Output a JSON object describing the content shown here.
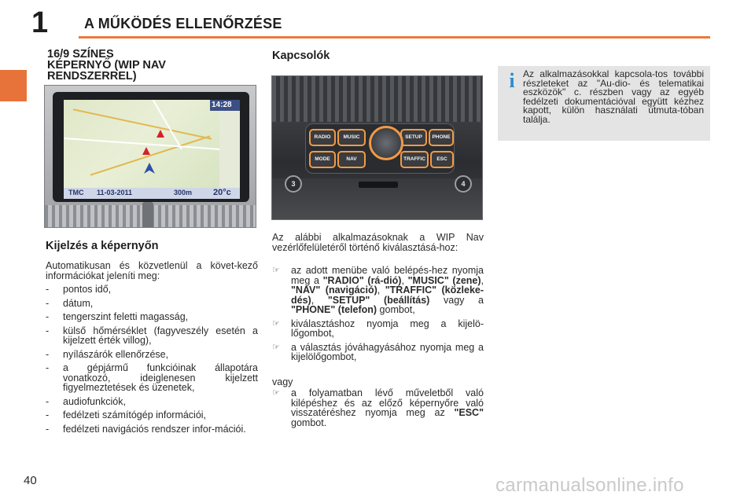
{
  "header": {
    "chapter_number": "1",
    "chapter_title": "A MŰKÖDÉS ELLENŐRZÉSE"
  },
  "section": {
    "title_lines": [
      "16/9 SZÍNES",
      "KÉPERNYŐ (WIP NAV",
      "RENDSZERREL)"
    ]
  },
  "screen_image": {
    "clock": "14:28",
    "tmc": "TMC",
    "date": "11-03-2011",
    "distance": "300m",
    "temperature": "20°c"
  },
  "display": {
    "subtitle": "Kijelzés a képernyőn",
    "intro": "Automatikusan és közvetlenül a követ-kező információkat jeleníti meg:",
    "items": [
      "pontos idő,",
      "dátum,",
      "tengerszint feletti magasság,",
      "külső hőmérséklet (fagyveszély esetén a kijelzett érték villog),",
      "nyílászárók ellenőrzése,",
      "a gépjármű funkcióinak állapotára vonatkozó, ideiglenesen kijelzett figyelmeztetések és üzenetek,",
      "audiofunkciók,",
      "fedélzeti számítógép információi,",
      "fedélzeti navigációs rendszer infor-mációi."
    ]
  },
  "switches": {
    "title": "Kapcsolók",
    "console_buttons": {
      "radio": "RADIO",
      "music": "MUSIC",
      "setup": "SETUP",
      "phone": "PHONE",
      "mode": "MODE",
      "nav": "NAV",
      "traffic": "TRAFFIC",
      "esc": "ESC",
      "knob_left": "3",
      "knob_right": "4"
    },
    "intro": "Az alábbi alkalmazásoknak a WIP Nav vezérlőfelületéről történő kiválasztásá-hoz:",
    "step1": {
      "pre": "az adott menübe való belépés-hez nyomja meg a ",
      "radio": "\"RADIO\" (rá-dió)",
      "sep1": ", ",
      "music": "\"MUSIC\" (zene)",
      "sep2": ", ",
      "nav": "\"NAV\" (navigáció)",
      "sep3": ", ",
      "traffic": "\"TRAFFIC\" (közleke-dés)",
      "sep4": ", ",
      "setup": "\"SETUP\" (beállítás)",
      "mid": " vagy a ",
      "phone": "\"PHONE\" (telefon)",
      "post": " gombot,"
    },
    "step2": "kiválasztáshoz nyomja meg a kijelö-lőgombot,",
    "step3": "a választás jóváhagyásához nyomja meg a kijelölőgombot,",
    "or": "vagy",
    "step4": {
      "pre": "a folyamatban lévő műveletből való kilépéshez és az előző képernyőre való visszatéréshez nyomja meg az ",
      "esc": "\"ESC\"",
      "post": " gombot."
    }
  },
  "info": {
    "icon": "i",
    "text": "Az alkalmazásokkal kapcsola-tos további részleteket az \"Au-dio- és telematikai eszközök\" c. részben vagy az egyéb fedélzeti dokumentációval együtt kézhez kapott, külön használati útmuta-tóban találja."
  },
  "footer": {
    "page_number": "40",
    "watermark": "carmanualsonline.info"
  },
  "colors": {
    "accent": "#e8733a",
    "info_blue": "#2b8bd3",
    "info_bg": "#e4e4e4",
    "button_glow": "#f19a45"
  }
}
